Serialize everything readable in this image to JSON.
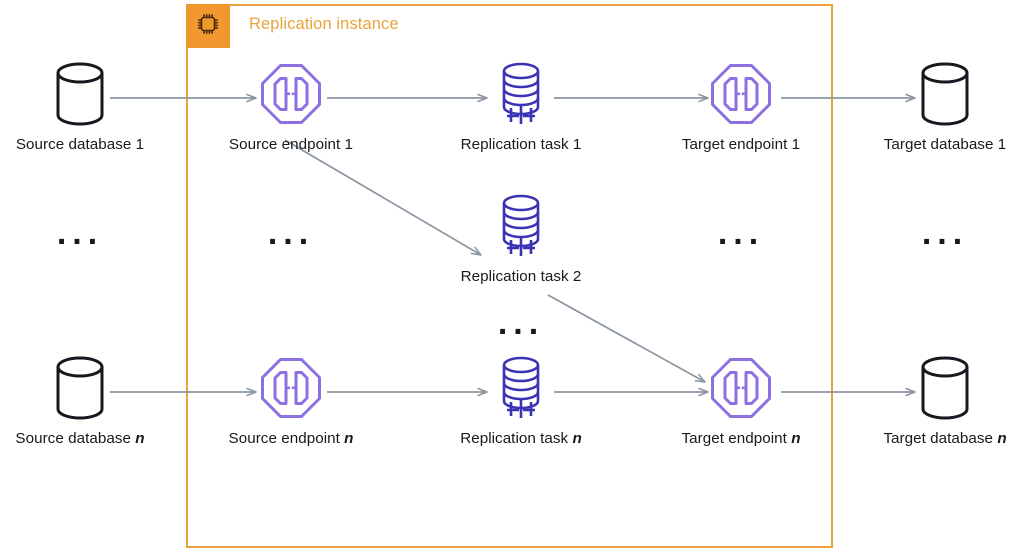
{
  "container": {
    "label": "Replication instance",
    "icon": "chip-icon",
    "border_color": "#e8a33d",
    "badge_color": "#f0982d"
  },
  "colors": {
    "arrow": "#8b95a1",
    "endpoint": "#8c6fe0",
    "task": "#3c32b4",
    "database": "#16191f",
    "text": "#16191f",
    "orange": "#e8a33d"
  },
  "columns": [
    {
      "key": "source-database",
      "icon": "database-cylinder-icon"
    },
    {
      "key": "source-endpoint",
      "icon": "endpoint-octagon-icon"
    },
    {
      "key": "replication-task",
      "icon": "replication-task-icon"
    },
    {
      "key": "target-endpoint",
      "icon": "endpoint-octagon-icon"
    },
    {
      "key": "target-database",
      "icon": "database-cylinder-icon"
    }
  ],
  "nodes": {
    "source_db_1": {
      "label_prefix": "Source database ",
      "index": "1"
    },
    "source_ep_1": {
      "label_prefix": "Source endpoint ",
      "index": "1"
    },
    "task_1": {
      "label_prefix": "Replication task ",
      "index": "1"
    },
    "target_ep_1": {
      "label_prefix": "Target endpoint ",
      "index": "1"
    },
    "target_db_1": {
      "label_prefix": "Target database ",
      "index": "1"
    },
    "task_2": {
      "label_prefix": "Replication task ",
      "index": "2"
    },
    "source_db_n": {
      "label_prefix": "Source database ",
      "index": "n"
    },
    "source_ep_n": {
      "label_prefix": "Source endpoint ",
      "index": "n"
    },
    "task_n": {
      "label_prefix": "Replication task ",
      "index": "n"
    },
    "target_ep_n": {
      "label_prefix": "Target endpoint ",
      "index": "n"
    },
    "target_db_n": {
      "label_prefix": "Target database ",
      "index": "n"
    }
  },
  "labels": {
    "source_db_1": "Source database 1",
    "source_ep_1": "Source endpoint 1",
    "task_1": "Replication task 1",
    "target_ep_1": "Target endpoint 1",
    "target_db_1": "Target database 1",
    "task_2": "Replication task 2",
    "source_db_n": "Source database n",
    "source_ep_n": "Source endpoint n",
    "task_n": "Replication task n",
    "target_ep_n": "Target endpoint n",
    "target_db_n": "Target database n"
  },
  "ellipsis": {
    "glyph": "...",
    "positions": [
      "source-database-column",
      "source-endpoint-column",
      "target-endpoint-column",
      "target-database-column",
      "replication-task-column"
    ]
  },
  "flows": [
    {
      "from": "source_db_1",
      "to": "source_ep_1"
    },
    {
      "from": "source_ep_1",
      "to": "task_1"
    },
    {
      "from": "task_1",
      "to": "target_ep_1"
    },
    {
      "from": "target_ep_1",
      "to": "target_db_1"
    },
    {
      "from": "source_ep_1",
      "to": "task_2"
    },
    {
      "from": "task_2",
      "to": "target_ep_n"
    },
    {
      "from": "source_db_n",
      "to": "source_ep_n"
    },
    {
      "from": "source_ep_n",
      "to": "task_n"
    },
    {
      "from": "task_n",
      "to": "target_ep_n"
    },
    {
      "from": "target_ep_n",
      "to": "target_db_n"
    }
  ]
}
